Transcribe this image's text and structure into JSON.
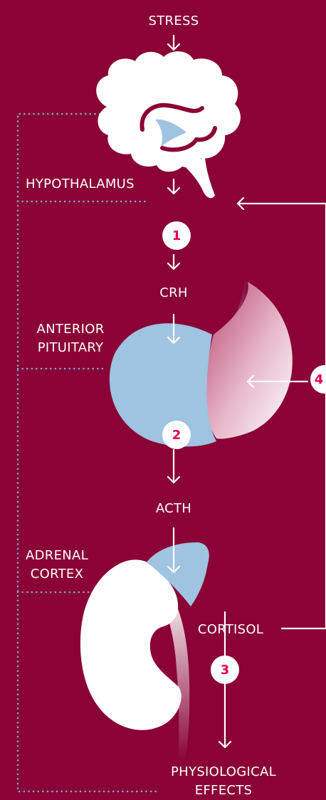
{
  "labels": {
    "stress": "STRESS",
    "hypothalamus": "HYPOTHALAMUS",
    "crh": "CRH",
    "anterior_pituitary_line1": "ANTERIOR",
    "anterior_pituitary_line2": "PITUITARY",
    "acth": "ACTH",
    "adrenal_cortex_line1": "ADRENAL",
    "adrenal_cortex_line2": "CORTEX",
    "cortisol": "CORTISOL",
    "physiological_effects_line1": "PHYSIOLOGICAL",
    "physiological_effects_line2": "EFFECTS"
  },
  "steps": {
    "step1": "1",
    "step2": "2",
    "step3": "3",
    "step4": "4"
  },
  "colors": {
    "background": "#8a0236",
    "organ_white": "#ffffff",
    "organ_blue": "#9fc3e0",
    "dotted_line": "#7fa8d6",
    "step_number": "#e0004d"
  }
}
